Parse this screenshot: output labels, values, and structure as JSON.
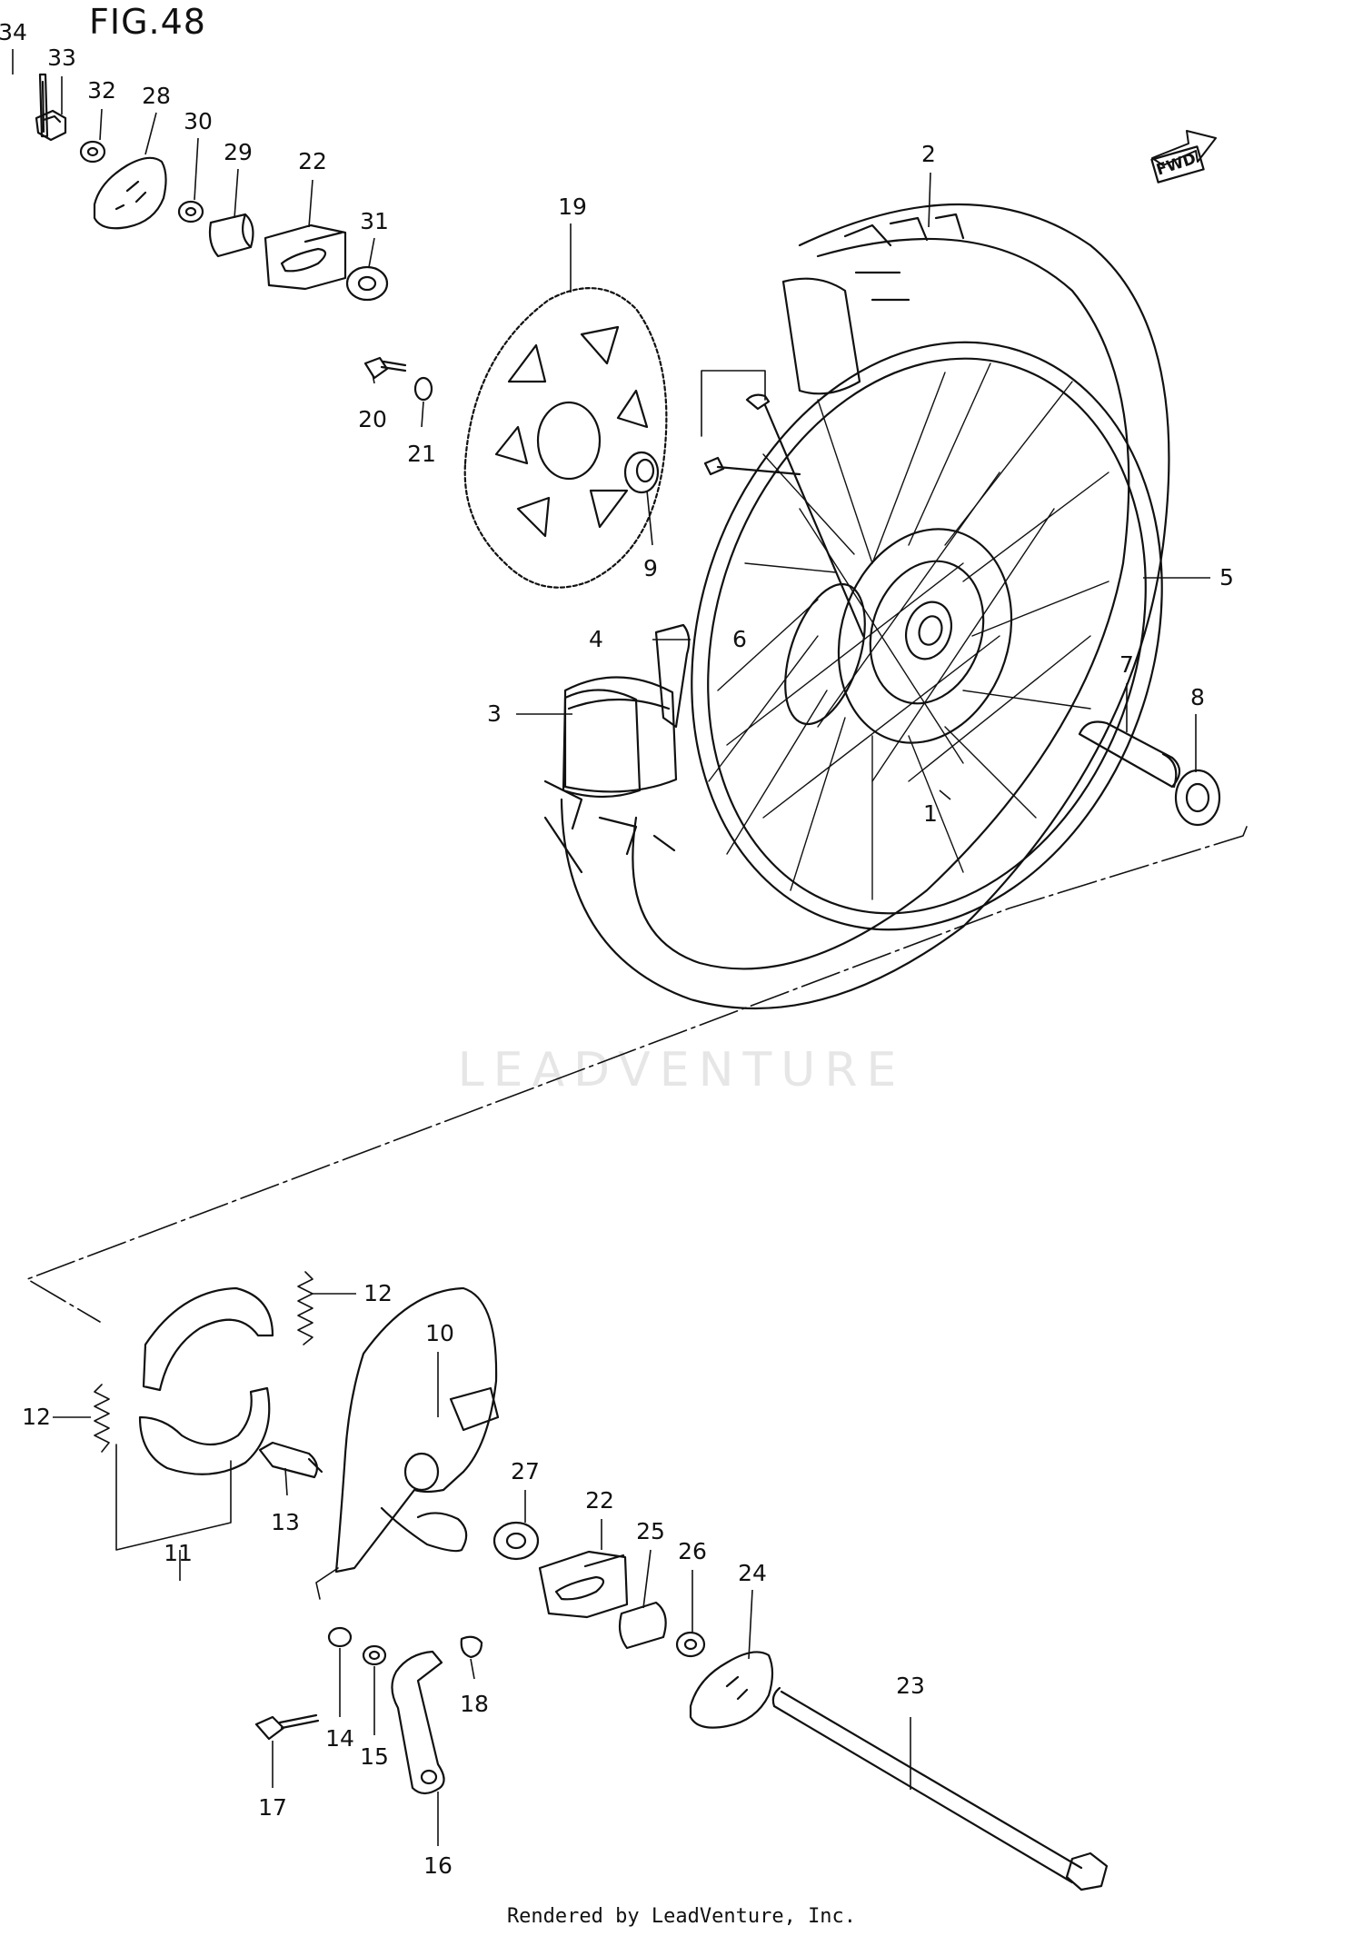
{
  "figure": {
    "title": "FIG.48"
  },
  "fwd_label": "FWD",
  "watermark": "LEADVENTURE",
  "footer": "Rendered by LeadVenture, Inc.",
  "callouts": [
    "34",
    "33",
    "32",
    "28",
    "30",
    "29",
    "22",
    "31",
    "20",
    "21",
    "19",
    "9",
    "2",
    "6",
    "4",
    "3",
    "5",
    "7",
    "8",
    "1",
    "12",
    "12",
    "10",
    "11",
    "13",
    "27",
    "22",
    "25",
    "26",
    "24",
    "14",
    "15",
    "18",
    "17",
    "16",
    "23"
  ]
}
